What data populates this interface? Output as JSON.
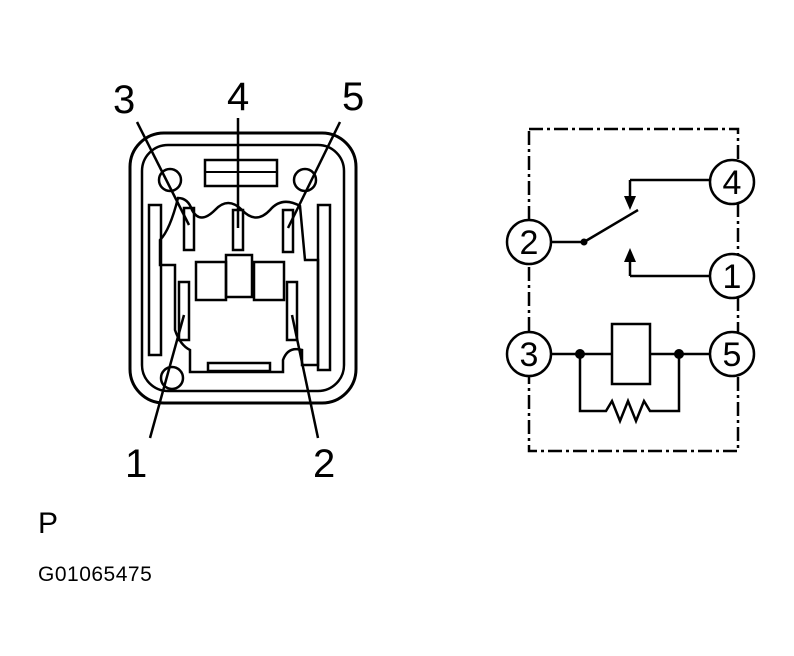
{
  "connector": {
    "pin_labels": {
      "top_left": "3",
      "top_center": "4",
      "top_right": "5",
      "bottom_left": "1",
      "bottom_right": "2"
    }
  },
  "schematic": {
    "terminals": {
      "switch_common": "2",
      "normally_open": "4",
      "normally_closed": "1",
      "coil_left": "3",
      "coil_right": "5"
    }
  },
  "caption": {
    "view_letter": "P",
    "figure_code": "G01065475"
  }
}
